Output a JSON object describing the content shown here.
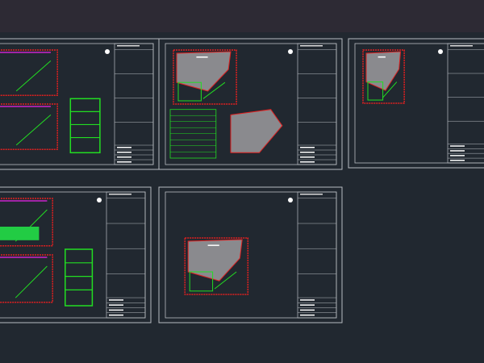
{
  "viewport": {
    "background_color": "#212830",
    "top_band_color": "#2d2a34",
    "sheet_border_color": "#b8bcc2",
    "line_colors": {
      "walls": "#e02020",
      "structure": "#22dd22",
      "hatch": "#a0a0a0",
      "dimensions": "#3050ff",
      "text": "#ffffff"
    }
  },
  "sheets": [
    {
      "id": "sheet-1",
      "content": "plans-and-section"
    },
    {
      "id": "sheet-2",
      "content": "roof-plan-and-table"
    },
    {
      "id": "sheet-3",
      "content": "site-plan"
    },
    {
      "id": "sheet-4",
      "content": "elevations-and-sections"
    },
    {
      "id": "sheet-5",
      "content": "site-plan-detail"
    }
  ]
}
